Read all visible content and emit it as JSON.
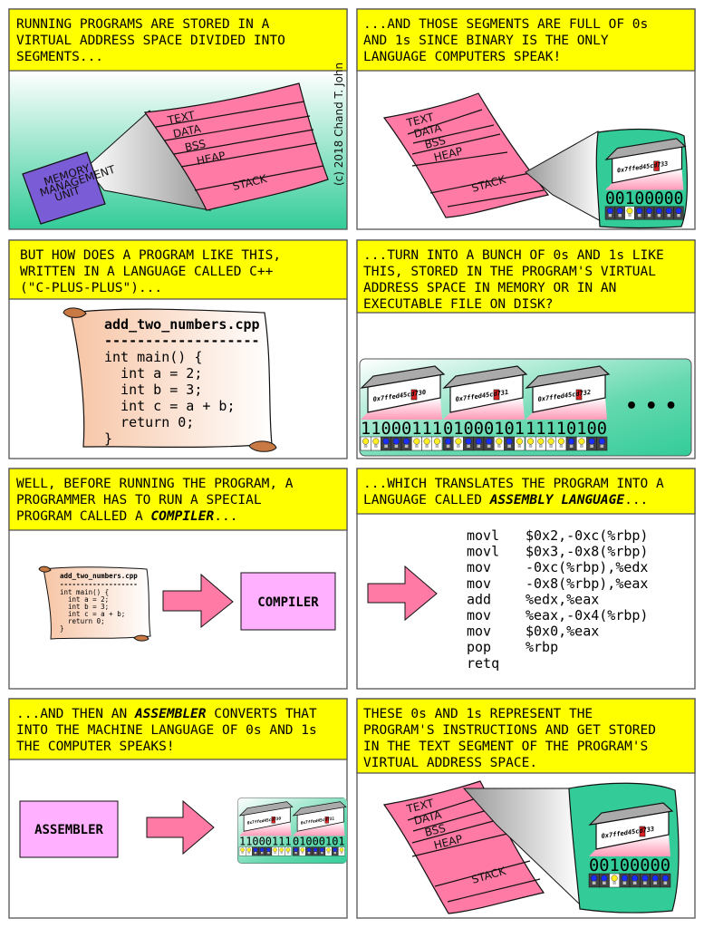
{
  "copyright": "(c) 2018 Chand T. John",
  "colors": {
    "caption": "#ffff00",
    "segments": "#ff7aa5",
    "green": "#33cc99",
    "compiler_box": "#ffb0ff",
    "bulb_on": "#ffee22",
    "bulb_off": "#1a2eff"
  },
  "segments": {
    "text": "TEXT",
    "data": "DATA",
    "bss": "BSS",
    "heap": "HEAP",
    "stack": "STACK"
  },
  "panels": [
    {
      "caption": [
        "RUNNING PROGRAMS ARE STORED IN A",
        "VIRTUAL ADDRESS SPACE DIVIDED INTO",
        "SEGMENTS..."
      ],
      "mmu": [
        "MEMORY",
        "MANAGEMENT",
        "UNIT"
      ]
    },
    {
      "caption": [
        "...AND THOSE SEGMENTS ARE FULL OF 0s",
        "AND 1s SINCE BINARY IS THE ONLY",
        "LANGUAGE COMPUTERS SPEAK!"
      ]
    },
    {
      "caption": [
        "BUT HOW DOES A PROGRAM LIKE THIS,",
        "WRITTEN IN A LANGUAGE CALLED C++",
        "(\"C-PLUS-PLUS\")..."
      ]
    },
    {
      "caption": [
        "...TURN INTO A BUNCH OF 0s AND 1s LIKE",
        "THIS, STORED IN THE PROGRAM'S VIRTUAL",
        "ADDRESS SPACE IN MEMORY OR IN AN",
        "EXECUTABLE FILE ON DISK?"
      ],
      "more": "• • •"
    },
    {
      "caption_l1": "WELL, BEFORE RUNNING THE PROGRAM, A",
      "caption_l2": "PROGRAMMER HAS TO RUN A SPECIAL",
      "caption_l3_pre": "PROGRAM CALLED A ",
      "caption_l3_em": "COMPILER",
      "caption_l3_post": "...",
      "compiler_label": "COMPILER"
    },
    {
      "caption_l1": "...WHICH TRANSLATES THE PROGRAM INTO A",
      "caption_l2_pre": "LANGUAGE CALLED ",
      "caption_l2_em": "ASSEMBLY LANGUAGE",
      "caption_l2_post": "...",
      "assembly": [
        {
          "op": "movl",
          "args": "$0x2,-0xc(%rbp)"
        },
        {
          "op": "movl",
          "args": "$0x3,-0x8(%rbp)"
        },
        {
          "op": "mov",
          "args": "-0xc(%rbp),%edx"
        },
        {
          "op": "mov",
          "args": "-0x8(%rbp),%eax"
        },
        {
          "op": "add",
          "args": "%edx,%eax"
        },
        {
          "op": "mov",
          "args": "%eax,-0x4(%rbp)"
        },
        {
          "op": "mov",
          "args": "$0x0,%eax"
        },
        {
          "op": "pop",
          "args": "%rbp"
        },
        {
          "op": "retq",
          "args": ""
        }
      ]
    },
    {
      "caption_l1_pre": "...AND THEN AN ",
      "caption_l1_em": "ASSEMBLER",
      "caption_l1_post": " CONVERTS THAT",
      "caption_l2": "INTO THE MACHINE LANGUAGE OF 0s AND 1s",
      "caption_l3": "THE COMPUTER SPEAKS!",
      "assembler_label": "ASSEMBLER"
    },
    {
      "caption": [
        "THESE 0s AND 1s REPRESENT THE",
        "PROGRAM'S INSTRUCTIONS AND GET STORED",
        "IN THE TEXT SEGMENT OF THE PROGRAM'S",
        "VIRTUAL ADDRESS SPACE."
      ]
    }
  ],
  "source_file": {
    "filename": "add_two_numbers.cpp",
    "rule": "-------------------",
    "lines": [
      "int main() {",
      "  int a = 2;",
      "  int b = 3;",
      "  int c = a + b;",
      "  return 0;",
      "}"
    ]
  },
  "memory_cells": [
    {
      "address": "0x7ffed45cd730",
      "bits": "11000111"
    },
    {
      "address": "0x7ffed45cd731",
      "bits": "01000101"
    },
    {
      "address": "0x7ffed45cd732",
      "bits": "11110100"
    },
    {
      "address": "0x7ffed45cd733",
      "bits": "00100000"
    }
  ]
}
